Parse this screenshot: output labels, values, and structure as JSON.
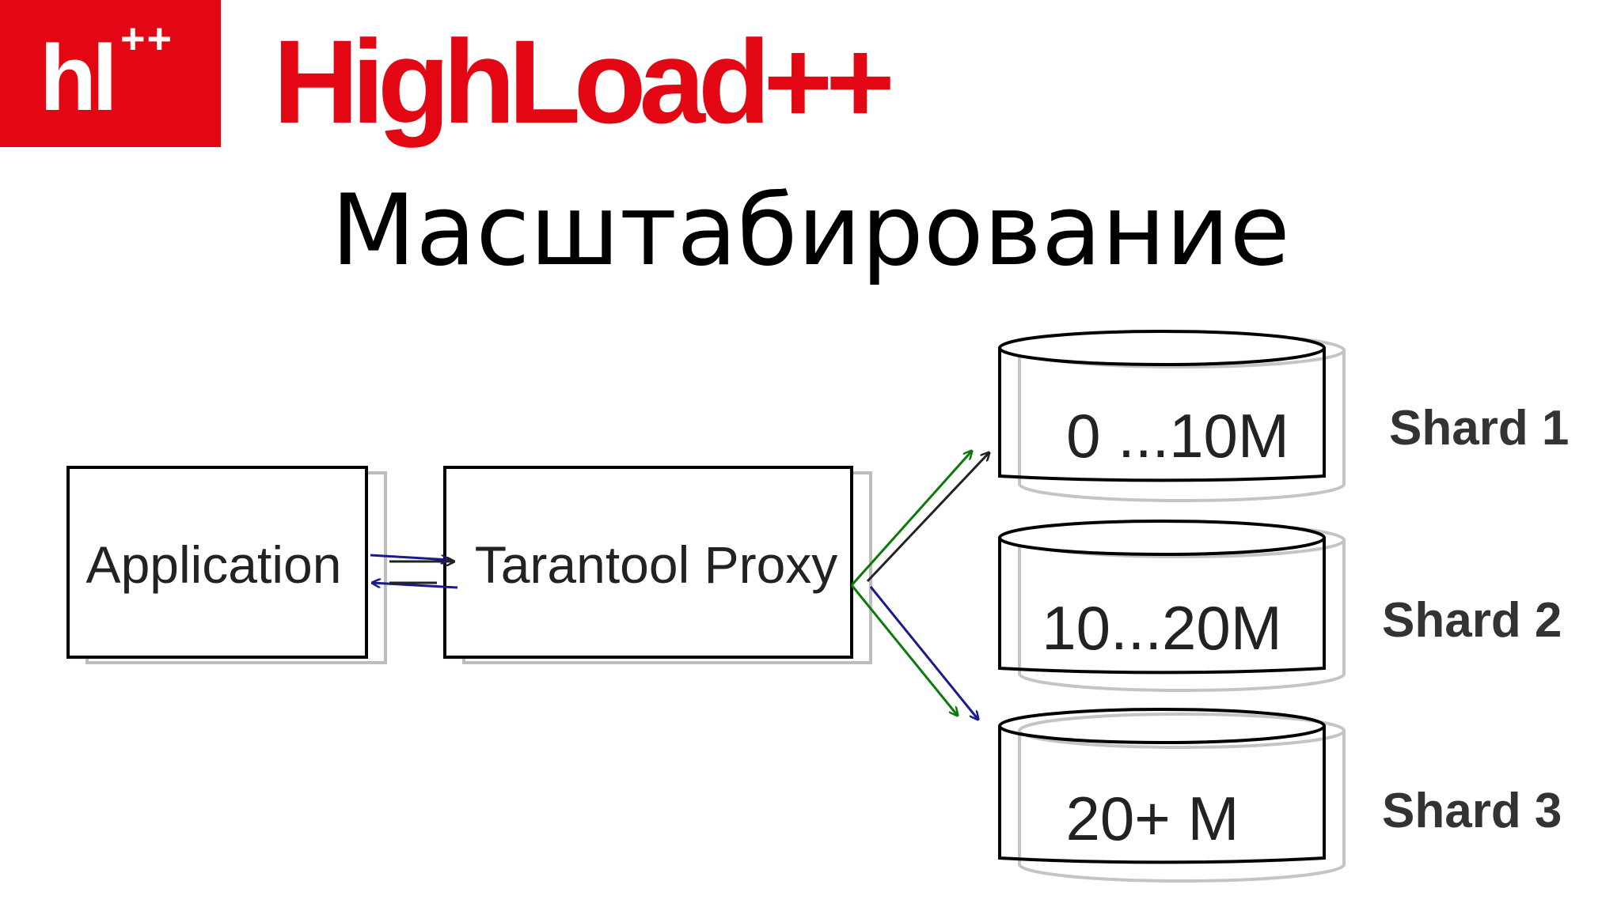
{
  "logo": {
    "mark": "hl",
    "superscript": "++",
    "brand": "HighLoad++"
  },
  "slide": {
    "title": "Масштабирование"
  },
  "diagram": {
    "application": "Application",
    "proxy": "Tarantool Proxy",
    "shards": [
      {
        "range": "0 ...10M",
        "label": "Shard 1"
      },
      {
        "range": "10...20M",
        "label": "Shard 2"
      },
      {
        "range": "20+ M",
        "label": "Shard 3"
      }
    ]
  },
  "colors": {
    "brand": "#e30613",
    "arrow_blue": "#1a1a8c",
    "arrow_green": "#0a7a0a"
  }
}
